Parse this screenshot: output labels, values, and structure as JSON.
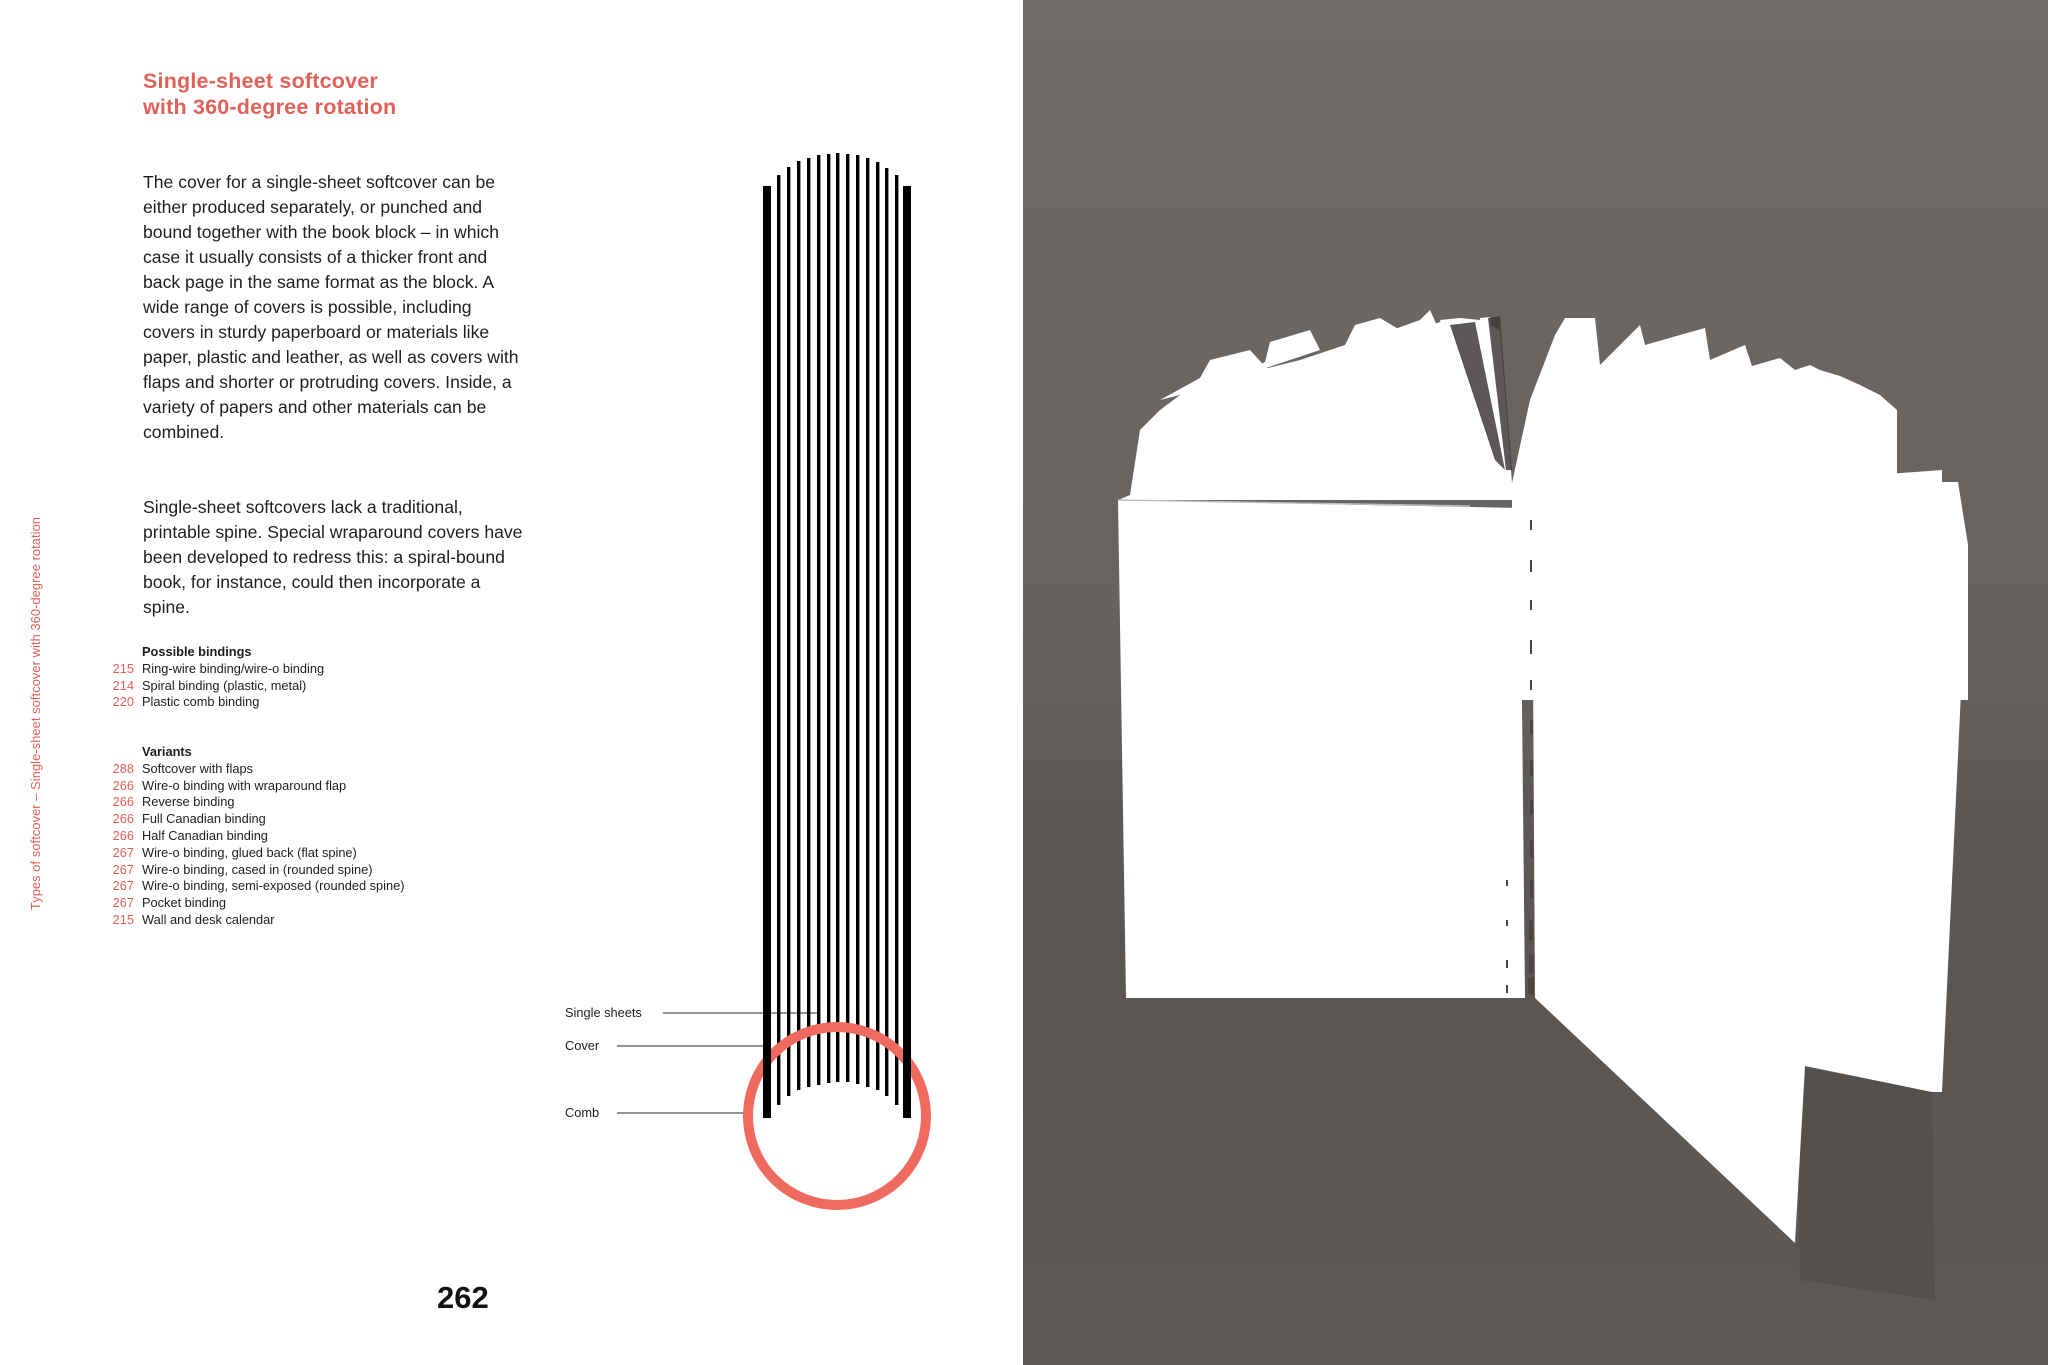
{
  "page": {
    "title_lines": [
      "Single-sheet softcover",
      "with 360-degree rotation"
    ],
    "running_head": "Types of softcover – Single-sheet softcover with 360-degree rotation",
    "page_number": "262",
    "accent_color": "#e0605a"
  },
  "body": {
    "paragraph_1": "The cover for a single-sheet softcover can be either produced separately, or punched and bound together with the book block – in which case it usually consists of a thicker front and back page in the same format as the block. A wide range of covers is possible, including covers in sturdy paperboard or materials like paper, plastic and leather, as well as covers with flaps and shorter or protruding covers. Inside, a variety of papers and other materials can be combined.",
    "paragraph_2": "Single-sheet softcovers lack a traditional, printable spine. Special wraparound covers have been developed to redress this: a spiral-bound book, for instance, could then incorporate a spine."
  },
  "possible_bindings": {
    "heading": "Possible bindings",
    "items": [
      {
        "page": "215",
        "label": "Ring-wire binding/wire-o binding"
      },
      {
        "page": "214",
        "label": "Spiral binding (plastic, metal)"
      },
      {
        "page": "220",
        "label": "Plastic comb binding"
      }
    ]
  },
  "variants": {
    "heading": "Variants",
    "items": [
      {
        "page": "288",
        "label": "Softcover with flaps"
      },
      {
        "page": "266",
        "label": "Wire-o binding with wraparound flap"
      },
      {
        "page": "266",
        "label": "Reverse binding"
      },
      {
        "page": "266",
        "label": "Full Canadian binding"
      },
      {
        "page": "266",
        "label": "Half Canadian binding"
      },
      {
        "page": "267",
        "label": "Wire-o binding, glued back (flat spine)"
      },
      {
        "page": "267",
        "label": "Wire-o binding, cased in (rounded spine)"
      },
      {
        "page": "267",
        "label": "Wire-o binding, semi-exposed (rounded spine)"
      },
      {
        "page": "267",
        "label": "Pocket binding"
      },
      {
        "page": "215",
        "label": "Wall and desk calendar"
      }
    ]
  },
  "diagram": {
    "labels": {
      "single_sheets": "Single sheets",
      "cover": "Cover",
      "comb": "Comb"
    },
    "comb_color": "#ef6b60",
    "line_color": "#000000"
  },
  "photo": {
    "subject": "Open spiral-bound single-sheet softcover book standing upright with fanned pages",
    "background_color": "#67625f"
  }
}
